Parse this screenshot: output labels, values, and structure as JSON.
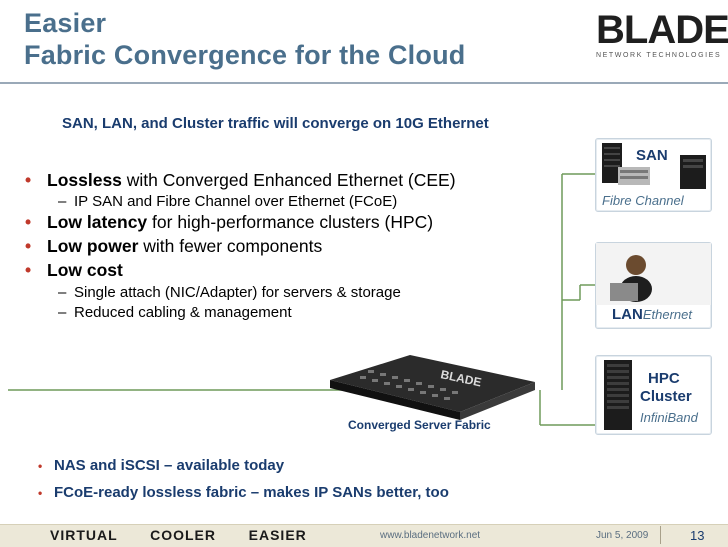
{
  "slide": {
    "title_line1": "Easier",
    "title_line2": "Fabric Convergence for the Cloud",
    "subtitle": "SAN, LAN, and Cluster traffic will converge on 10G Ethernet"
  },
  "logo": {
    "word": "BLADE",
    "tagline": "NETWORK TECHNOLOGIES"
  },
  "bullets": [
    {
      "bold": "Lossless",
      "rest": " with Converged Enhanced Ethernet (CEE)"
    },
    {
      "bold": "Low latency",
      "rest": " for high-performance clusters (HPC)"
    },
    {
      "bold": "Low power",
      "rest": " with fewer components"
    },
    {
      "bold": "Low cost",
      "rest": ""
    }
  ],
  "sub_bullets": {
    "lossless": [
      "IP SAN and Fibre Channel over Ethernet (FCoE)"
    ],
    "cost": [
      "Single attach (NIC/Adapter) for servers & storage",
      "Reduced cabling & management"
    ]
  },
  "bottom_bullets": [
    "NAS and iSCSI – available today",
    "FCoE-ready lossless fabric – makes IP SANs better, too"
  ],
  "panels": {
    "san": {
      "label": "SAN",
      "sub": "Fibre Channel"
    },
    "lan": {
      "label": "LAN",
      "sub": "Ethernet"
    },
    "hpc": {
      "label1": "HPC",
      "label2": "Cluster",
      "sub": "InfiniBand"
    }
  },
  "switch_label": "Converged Server Fabric",
  "switch_brand": "BLADE",
  "footer": {
    "tagline": "VIRTUAL   COOLER   EASIER",
    "url": "www.bladenetwork.net",
    "date": "Jun 5, 2009",
    "page": "13"
  },
  "colors": {
    "title": "#4a6f8c",
    "navy": "#1a3c6e",
    "bullet_red": "#c0392b",
    "connector_green": "#6f9a5a",
    "footer_bg": "#ece8d8"
  }
}
